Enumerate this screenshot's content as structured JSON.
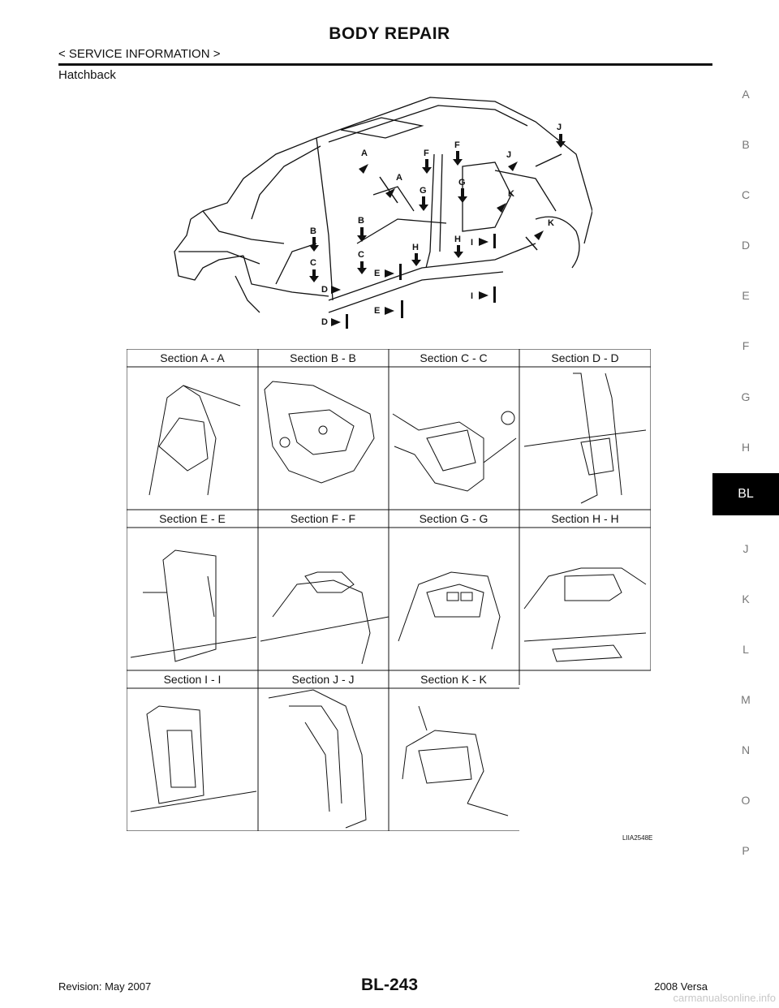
{
  "header": {
    "title": "BODY REPAIR",
    "breadcrumb": "< SERVICE INFORMATION >",
    "subtitle": "Hatchback"
  },
  "side_tabs": [
    "A",
    "B",
    "C",
    "D",
    "E",
    "F",
    "G",
    "H",
    "BL",
    "J",
    "K",
    "L",
    "M",
    "N",
    "O",
    "P"
  ],
  "active_tab": "BL",
  "diagram": {
    "markers": [
      "A",
      "A",
      "B",
      "B",
      "C",
      "C",
      "D",
      "D",
      "E",
      "E",
      "F",
      "F",
      "G",
      "G",
      "H",
      "H",
      "I",
      "I",
      "J",
      "J",
      "K",
      "K"
    ]
  },
  "sections": [
    "Section A - A",
    "Section B - B",
    "Section C - C",
    "Section D - D",
    "Section E - E",
    "Section F - F",
    "Section G - G",
    "Section H - H",
    "Section I - I",
    "Section J - J",
    "Section K - K"
  ],
  "figure_code": "LIIA2548E",
  "footer": {
    "revision": "Revision: May 2007",
    "page": "BL-243",
    "model": "2008 Versa",
    "watermark": "carmanualsonline.info"
  }
}
